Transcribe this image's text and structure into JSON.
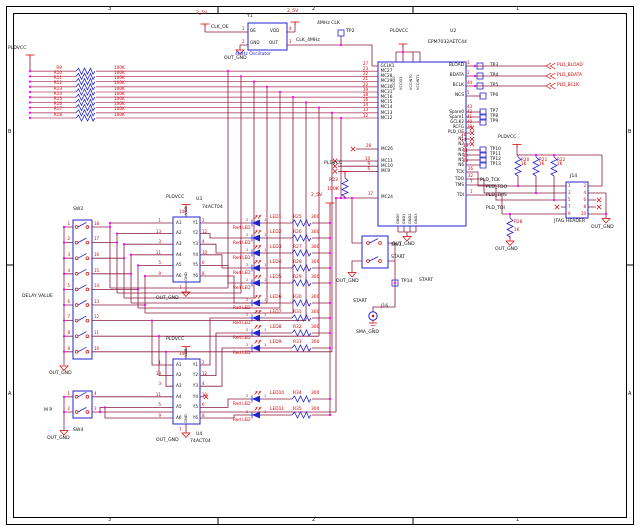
{
  "sheet": {
    "zones_h": [
      "3",
      "2",
      "1"
    ],
    "zones_v": [
      "B",
      "A"
    ]
  },
  "power": {
    "pldvcc": "PLDVCC",
    "v25": "2_5V",
    "out_gnd": "OUT_GND",
    "sma_gnd": "SMA_GND"
  },
  "osc": {
    "ref": "Y1",
    "part": "4MHz Oscillator",
    "pin_oe": "OE",
    "pin_gnd": "GND",
    "pin_vdd": "VDD",
    "pin_out": "OUT",
    "num_oe": "1",
    "num_gnd": "2",
    "num_vdd": "4",
    "num_out": "3",
    "net_oe": "CLK_OE",
    "net_out": "CLK_4MHz",
    "tp_ref": "TP2",
    "tp_net": "4MHz CLK"
  },
  "res_bank": [
    {
      "r": "R9",
      "v": "100K"
    },
    {
      "r": "R10",
      "v": "100K"
    },
    {
      "r": "R11",
      "v": "100K"
    },
    {
      "r": "R12",
      "v": "100K"
    },
    {
      "r": "R13",
      "v": "100K"
    },
    {
      "r": "R14",
      "v": "100K"
    },
    {
      "r": "R15",
      "v": "100K"
    },
    {
      "r": "R16",
      "v": "100K"
    },
    {
      "r": "R17",
      "v": "100K"
    },
    {
      "r": "R18",
      "v": "100K"
    }
  ],
  "u2": {
    "ref": "U2",
    "part": "EPM7032AETC44",
    "left": [
      {
        "n": "GCLK1",
        "p": "27"
      },
      {
        "n": "MC27",
        "p": "23"
      },
      {
        "n": "MC28",
        "p": "22"
      },
      {
        "n": "MC29",
        "p": "21"
      },
      {
        "n": "MC30",
        "p": "20"
      },
      {
        "n": "MC31",
        "p": "19"
      },
      {
        "n": "MC16",
        "p": "18"
      },
      {
        "n": "MC15",
        "p": "16"
      },
      {
        "n": "MC14",
        "p": "14"
      },
      {
        "n": "MC13",
        "p": "13"
      },
      {
        "n": "MC12",
        "p": "12"
      }
    ],
    "nc_top": {
      "n": "MC26",
      "p": "28"
    },
    "nc_mid": [
      {
        "n": "MC11",
        "p": "10"
      },
      {
        "n": "MC10",
        "p": "9"
      },
      {
        "n": "MC9",
        "p": "6"
      }
    ],
    "mc24": {
      "n": "MC24",
      "p": "37"
    },
    "right_a": [
      {
        "n": "BLOAD",
        "p": "3"
      },
      {
        "n": "BDATA",
        "p": "2"
      },
      {
        "n": "BCLK",
        "p": "44"
      },
      {
        "n": "NCS",
        "p": "5"
      }
    ],
    "tps_a": [
      "TP3",
      "TP4",
      "TP5",
      "TP6"
    ],
    "offpage": [
      "PLD_BLOAD",
      "PLD_BDATA",
      "PLD_BCLK"
    ],
    "right_b": [
      {
        "n": "Spare0",
        "p": "43"
      },
      {
        "n": "Spare1",
        "p": "42"
      },
      {
        "n": "GCLK2",
        "p": "41"
      },
      {
        "n": "RCFG",
        "p": "40"
      },
      {
        "n": "PLD_OE",
        "p": "39"
      }
    ],
    "tps_b": [
      "TP7",
      "TP8",
      "TP9"
    ],
    "right_c": [
      {
        "n": "N1",
        "p": "36"
      },
      {
        "n": "N2",
        "p": "34"
      }
    ],
    "right_d": [
      {
        "n": "N3",
        "p": "33"
      },
      {
        "n": "N4",
        "p": "31"
      },
      {
        "n": "N5",
        "p": "30"
      },
      {
        "n": "N6",
        "p": "29"
      }
    ],
    "tps_d": [
      "TP10",
      "TP11",
      "TP12",
      "TP13"
    ],
    "jtag_pins": [
      {
        "n": "TCK",
        "p": "26",
        "net": "PLD_TCK"
      },
      {
        "n": "TDO",
        "p": "32",
        "net": "PLD_TDO"
      },
      {
        "n": "TMS",
        "p": "7",
        "net": "PLD_TMS"
      },
      {
        "n": "TDI",
        "p": "1",
        "net": "PLD_TDI"
      }
    ],
    "top_pins": [
      "VCCIO0",
      "VCCIO1",
      "VCCINT0",
      "VCCINT1"
    ],
    "bottom_pins": [
      "GND0",
      "GND1",
      "GND2",
      "GND3"
    ]
  },
  "u3": {
    "ref": "U3",
    "part": "74ACT04",
    "vdd": "VDD",
    "gnd": "GND",
    "num_vdd": "14",
    "num_gnd": "7",
    "a": [
      {
        "n": "A1",
        "p": "1"
      },
      {
        "n": "A2",
        "p": "13"
      },
      {
        "n": "A3",
        "p": "3"
      },
      {
        "n": "A4",
        "p": "11"
      },
      {
        "n": "A5",
        "p": "5"
      },
      {
        "n": "A6",
        "p": "9"
      }
    ],
    "y": [
      {
        "n": "Y1",
        "p": "2"
      },
      {
        "n": "Y2",
        "p": "12"
      },
      {
        "n": "Y3",
        "p": "4"
      },
      {
        "n": "Y4",
        "p": "10"
      },
      {
        "n": "Y5",
        "p": "6"
      },
      {
        "n": "Y6",
        "p": "8"
      }
    ]
  },
  "u4": {
    "ref": "U4",
    "part": "74ACT04",
    "vdd": "VDD",
    "gnd": "GND",
    "num_vdd": "14",
    "num_gnd": "7",
    "a": [
      {
        "n": "A1",
        "p": "1"
      },
      {
        "n": "A2",
        "p": "13"
      },
      {
        "n": "A3",
        "p": "3"
      },
      {
        "n": "A4",
        "p": "11"
      },
      {
        "n": "A5",
        "p": "5"
      },
      {
        "n": "A6",
        "p": "9"
      }
    ],
    "y": [
      {
        "n": "Y1",
        "p": "2"
      },
      {
        "n": "Y2",
        "p": "12"
      },
      {
        "n": "Y3",
        "p": "4"
      },
      {
        "n": "Y4",
        "p": "10"
      },
      {
        "n": "Y5",
        "p": "6"
      },
      {
        "n": "Y6",
        "p": "8"
      }
    ]
  },
  "led_pins": {
    "a": "2",
    "k": "1"
  },
  "leds_a": [
    {
      "name": "Red LED",
      "ref": "LED1",
      "r": "R25",
      "v": "300"
    },
    {
      "name": "Red LED",
      "ref": "LED2",
      "r": "R26",
      "v": "300"
    },
    {
      "name": "Red LED",
      "ref": "LED3",
      "r": "R27",
      "v": "300"
    },
    {
      "name": "Red LED",
      "ref": "LED4",
      "r": "R28",
      "v": "300"
    },
    {
      "name": "Red LED",
      "ref": "LED5",
      "r": "R29",
      "v": "300"
    }
  ],
  "leds_b": [
    {
      "name": "Red LED",
      "ref": "LED6",
      "r": "R30",
      "v": "300"
    },
    {
      "name": "Red LED",
      "ref": "LED7",
      "r": "R31",
      "v": "300"
    },
    {
      "name": "Red LED",
      "ref": "LED8",
      "r": "R32",
      "v": "300"
    },
    {
      "name": "Red LED",
      "ref": "LED9",
      "r": "R33",
      "v": "300"
    }
  ],
  "leds_c": [
    {
      "name": "Red LED",
      "ref": "LED10",
      "r": "R34",
      "v": "300"
    },
    {
      "name": "Red LED",
      "ref": "LED11",
      "r": "R35",
      "v": "300"
    }
  ],
  "sw2": {
    "ref": "SW2",
    "label": "DELAY VALUE",
    "left": [
      "1",
      "2",
      "3",
      "4",
      "5",
      "6",
      "7",
      "8",
      "9"
    ],
    "right": [
      "18",
      "17",
      "16",
      "15",
      "14",
      "13",
      "12",
      "11",
      "10"
    ]
  },
  "sw4": {
    "ref": "SW4",
    "label": "M P",
    "left": [
      "1",
      "2"
    ],
    "right": [
      "4",
      "3"
    ]
  },
  "sw3": {
    "ref": "SW3",
    "label": "START"
  },
  "start": {
    "tp": "TP14",
    "net": "START",
    "j": "J16"
  },
  "r23": {
    "r": "R23",
    "v": "100K"
  },
  "j14": {
    "ref": "J14",
    "title": "JTAG HEADER",
    "left": [
      "1",
      "3",
      "5",
      "7",
      "9"
    ],
    "right": [
      "2",
      "4",
      "6",
      "8",
      "10"
    ],
    "pullups": [
      {
        "r": "R20",
        "v": "1K"
      },
      {
        "r": "R21",
        "v": "1K"
      },
      {
        "r": "R22",
        "v": "1K"
      }
    ],
    "pd": {
      "r": "R28",
      "v": "1K"
    }
  }
}
